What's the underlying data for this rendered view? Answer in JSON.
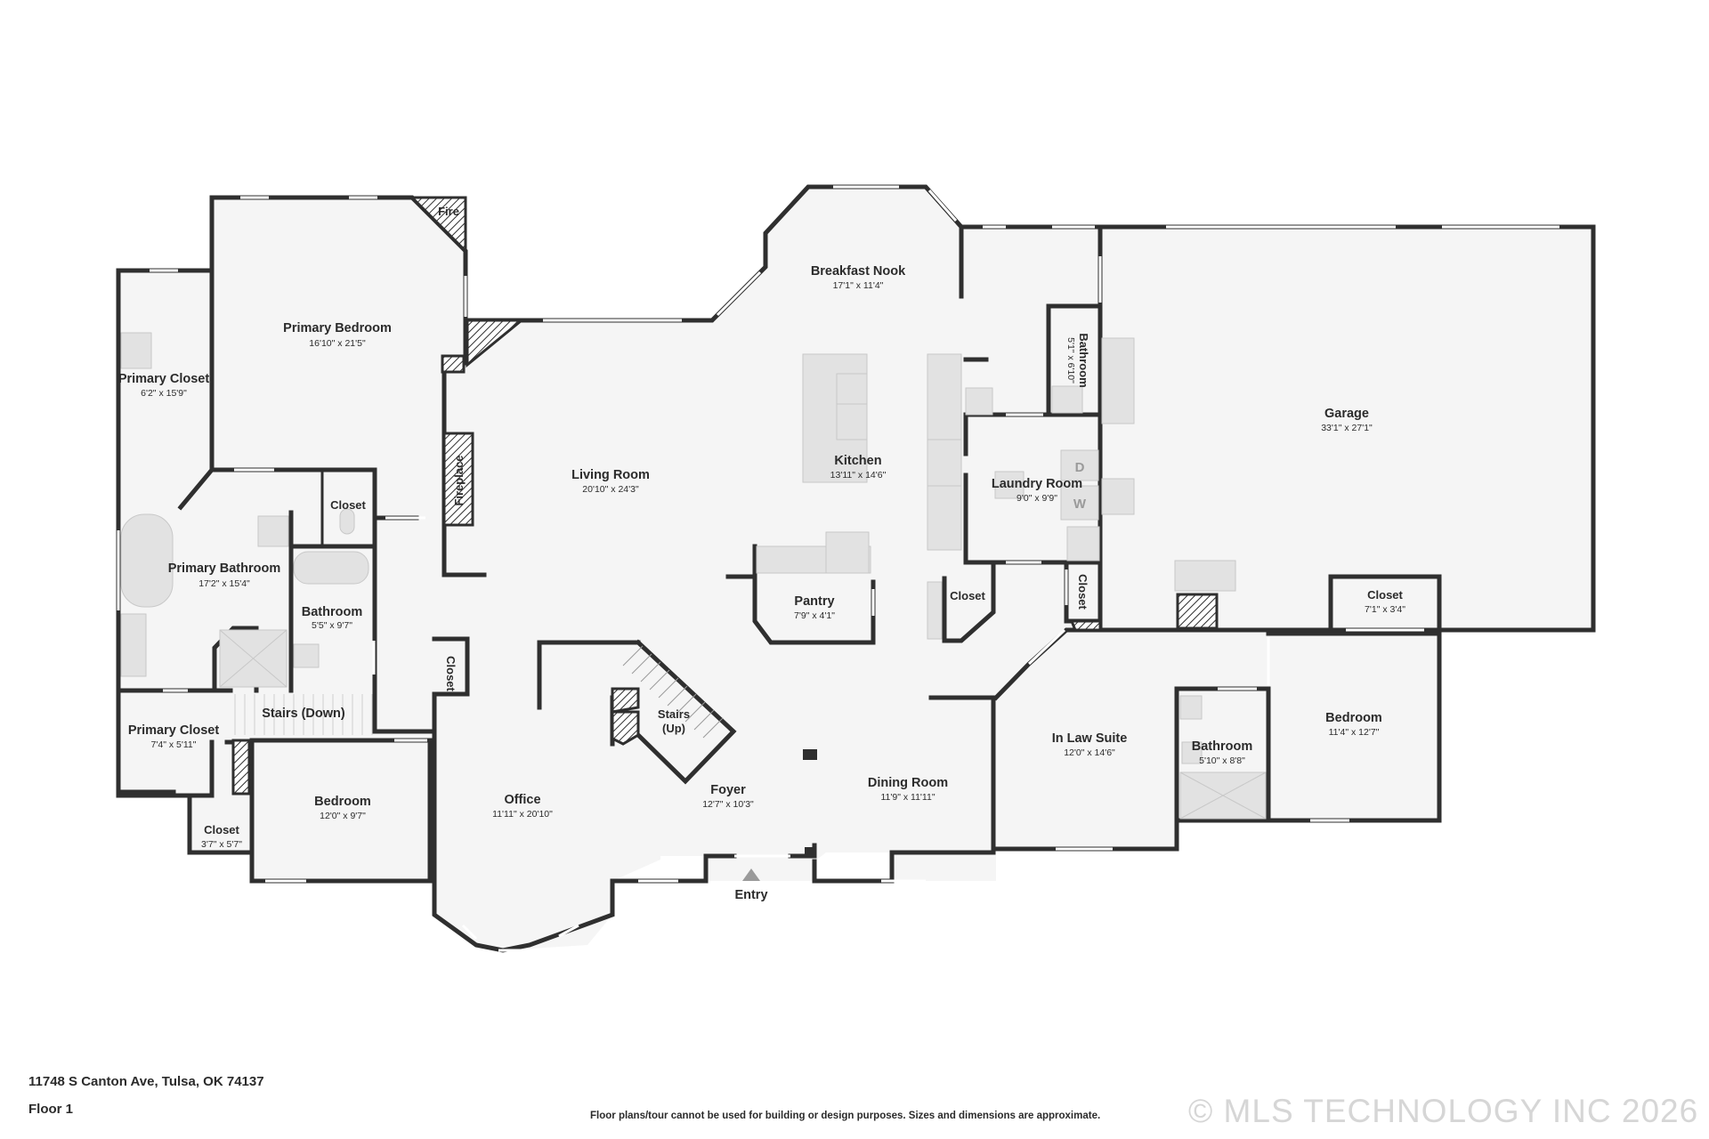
{
  "rooms": {
    "primary_bedroom": {
      "name": "Primary Bedroom",
      "dims": "16'10\" x 21'5\""
    },
    "primary_closet_top": {
      "name": "Primary Closet",
      "dims": "6'2\" x 15'9\""
    },
    "primary_bathroom": {
      "name": "Primary Bathroom",
      "dims": "17'2\" x 15'4\""
    },
    "closet_wc": {
      "name": "Closet",
      "dims": ""
    },
    "bathroom_hall": {
      "name": "Bathroom",
      "dims": "5'5\" x 9'7\""
    },
    "stairs_down": {
      "name": "Stairs (Down)",
      "dims": ""
    },
    "primary_closet_bottom": {
      "name": "Primary Closet",
      "dims": "7'4\" x 5'11\""
    },
    "closet_small": {
      "name": "Closet",
      "dims": "3'7\" x 5'7\""
    },
    "bedroom_left": {
      "name": "Bedroom",
      "dims": "12'0\" x 9'7\""
    },
    "office": {
      "name": "Office",
      "dims": "11'11\" x 20'10\""
    },
    "closet_office": {
      "name": "Closet",
      "dims": ""
    },
    "living_room": {
      "name": "Living Room",
      "dims": "20'10\" x 24'3\""
    },
    "fireplace": {
      "name": "Fireplace",
      "dims": ""
    },
    "fire": {
      "name": "Fire",
      "dims": ""
    },
    "breakfast_nook": {
      "name": "Breakfast Nook",
      "dims": "17'1\" x 11'4\""
    },
    "kitchen": {
      "name": "Kitchen",
      "dims": "13'11\" x 14'6\""
    },
    "pantry": {
      "name": "Pantry",
      "dims": "7'9\" x 4'1\""
    },
    "stairs_up": {
      "name": "Stairs",
      "name2": "(Up)"
    },
    "foyer": {
      "name": "Foyer",
      "dims": "12'7\" x 10'3\""
    },
    "entry": {
      "name": "Entry"
    },
    "dining_room": {
      "name": "Dining Room",
      "dims": "11'9\" x 11'11\""
    },
    "closet_kitchen": {
      "name": "Closet",
      "dims": ""
    },
    "laundry_room": {
      "name": "Laundry Room",
      "dims": "9'0\" x 9'9\""
    },
    "bathroom_garage": {
      "name": "Bathroom",
      "dims": "5'1\" x 6'10\""
    },
    "closet_vertical": {
      "name": "Closet",
      "dims": ""
    },
    "garage": {
      "name": "Garage",
      "dims": "33'1\" x 27'1\""
    },
    "closet_garage": {
      "name": "Closet",
      "dims": "7'1\" x 3'4\""
    },
    "in_law_suite": {
      "name": "In Law Suite",
      "dims": "12'0\" x 14'6\""
    },
    "bathroom_suite": {
      "name": "Bathroom",
      "dims": "5'10\" x 8'8\""
    },
    "bedroom_right": {
      "name": "Bedroom",
      "dims": "11'4\" x 12'7\""
    }
  },
  "appliances": {
    "dryer": "D",
    "washer": "W"
  },
  "footer": {
    "address": "11748 S Canton Ave, Tulsa, OK 74137",
    "floor": "Floor 1",
    "disclaimer": "Floor plans/tour cannot be used for building or design purposes. Sizes and dimensions are approximate.",
    "watermark": "© MLS TECHNOLOGY INC 2026"
  },
  "colors": {
    "wall": "#2f2f2f",
    "floor": "#f5f5f5",
    "fixture": "#e2e2e2",
    "text": "#2b2b2b",
    "watermark": "#d6d6d6"
  }
}
